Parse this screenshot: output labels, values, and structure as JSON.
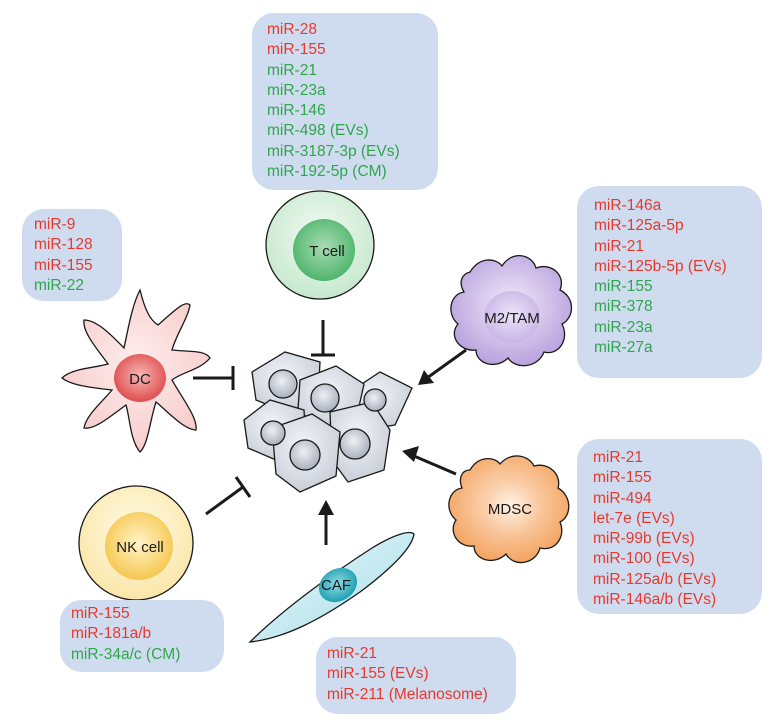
{
  "colors": {
    "suppressive": "#e8382c",
    "promoting": "#2ea64a",
    "box_bg": "#cfdcf0"
  },
  "cells": {
    "t_cell": "T cell",
    "dc": "DC",
    "m2_tam": "M2/TAM",
    "mdsc": "MDSC",
    "nk_cell": "NK cell",
    "caf": "CAF"
  },
  "lists": {
    "t_cell": [
      {
        "text": "miR-28",
        "color": "red"
      },
      {
        "text": "miR-155",
        "color": "red"
      },
      {
        "text": "miR-21",
        "color": "green"
      },
      {
        "text": "miR-23a",
        "color": "green"
      },
      {
        "text": "miR-146",
        "color": "green"
      },
      {
        "text": "miR-498 (EVs)",
        "color": "green"
      },
      {
        "text": "miR-3187-3p (EVs)",
        "color": "green"
      },
      {
        "text": "miR-192-5p (CM)",
        "color": "green"
      }
    ],
    "dc": [
      {
        "text": "miR-9",
        "color": "red"
      },
      {
        "text": "miR-128",
        "color": "red"
      },
      {
        "text": "miR-155",
        "color": "red"
      },
      {
        "text": "miR-22",
        "color": "green"
      }
    ],
    "m2_tam": [
      {
        "text": "miR-146a",
        "color": "red"
      },
      {
        "text": "miR-125a-5p",
        "color": "red"
      },
      {
        "text": "miR-21",
        "color": "red"
      },
      {
        "text": "miR-125b-5p (EVs)",
        "color": "red"
      },
      {
        "text": "miR-155",
        "color": "green"
      },
      {
        "text": "miR-378",
        "color": "green"
      },
      {
        "text": "miR-23a",
        "color": "green"
      },
      {
        "text": "miR-27a",
        "color": "green"
      }
    ],
    "mdsc": [
      {
        "text": "miR-21",
        "color": "red"
      },
      {
        "text": "miR-155",
        "color": "red"
      },
      {
        "text": "miR-494",
        "color": "red"
      },
      {
        "text": "let-7e (EVs)",
        "color": "red"
      },
      {
        "text": "miR-99b (EVs)",
        "color": "red"
      },
      {
        "text": "miR-100 (EVs)",
        "color": "red"
      },
      {
        "text": "miR-125a/b (EVs)",
        "color": "red"
      },
      {
        "text": "miR-146a/b (EVs)",
        "color": "red"
      }
    ],
    "nk_cell": [
      {
        "text": "miR-155",
        "color": "red"
      },
      {
        "text": "miR-181a/b",
        "color": "red"
      },
      {
        "text": "miR-34a/c (CM)",
        "color": "green"
      }
    ],
    "caf": [
      {
        "text": "miR-21",
        "color": "red"
      },
      {
        "text": "miR-155 (EVs)",
        "color": "red"
      },
      {
        "text": "miR-211 (Melanosome)",
        "color": "red"
      }
    ]
  }
}
